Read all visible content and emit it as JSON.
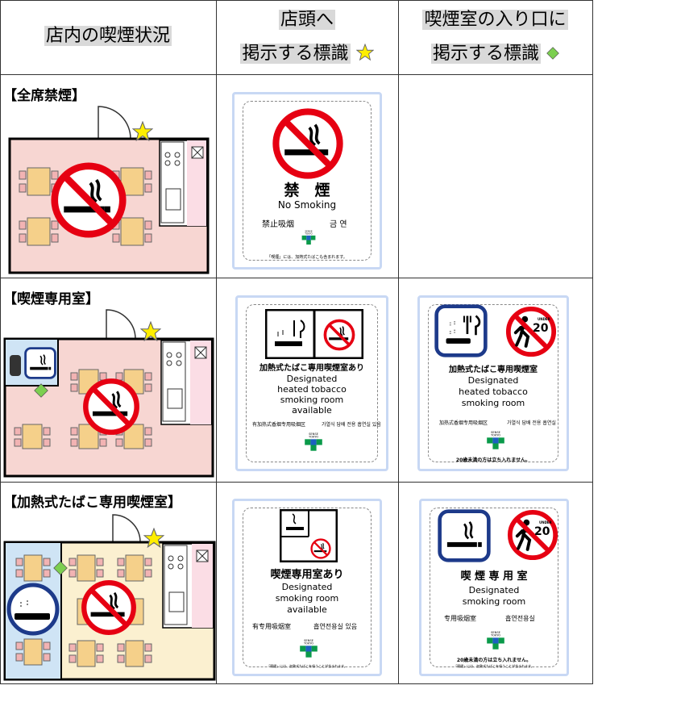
{
  "headers": {
    "col1": "店内の喫煙状況",
    "col2_line1": "店頭へ",
    "col2_line2": "掲示する標識",
    "col2_mark": "☆",
    "col3_line1": "喫煙室の入り口に",
    "col3_line2": "掲示する標識",
    "col3_mark": "◆"
  },
  "rows": [
    {
      "label": "【全席禁煙】"
    },
    {
      "label": "【喫煙専用室】"
    },
    {
      "label": "【加熱式たばこ専用喫煙室】"
    }
  ],
  "signs": {
    "no_smoking": {
      "title": "禁　煙",
      "en": "No Smoking",
      "zh": "禁止吸烟",
      "ko": "금 연",
      "logo": "SENSE TOKYO",
      "footnote": "「喫煙」には、加熱式たばこも含まれます。"
    },
    "heated_storefront": {
      "title": "加熱式たばこ専用喫煙室あり",
      "en1": "Designated",
      "en2": "heated tobacco",
      "en3": "smoking room",
      "en4": "available",
      "zh": "有加热式香烟专用吸烟区",
      "ko": "가열식 담배 전용 흡연실 있음",
      "logo": "SENSE TOKYO"
    },
    "heated_entrance": {
      "title": "加熱式たばこ専用喫煙室",
      "en1": "Designated",
      "en2": "heated tobacco",
      "en3": "smoking room",
      "zh": "加热式香烟专用吸烟区",
      "ko": "가열식 담배 전용 흡연실",
      "logo": "SENSE TOKYO",
      "age": "20歳未満の方は立ち入れません。",
      "badge": "UNDER",
      "badge_num": "20"
    },
    "smoking_storefront": {
      "title": "喫煙専用室あり",
      "en1": "Designated",
      "en2": "smoking room",
      "en3": "available",
      "zh": "有专用吸烟室",
      "ko": "흡연전용실 있음",
      "logo": "SENSE TOKYO",
      "footnote": "「喫煙」には、加熱式たばこを吸うことが含まれます。"
    },
    "smoking_entrance": {
      "title": "喫 煙 専 用 室",
      "en1": "Designated",
      "en2": "smoking room",
      "zh": "专用吸烟室",
      "ko": "흡연전용실",
      "logo": "SENSE TOKYO",
      "age": "20歳未満の方は立ち入れません。",
      "footnote": "「喫煙」には、加熱式たばこを吸うことが含まれます。",
      "badge": "UNDER",
      "badge_num": "20"
    }
  },
  "colors": {
    "no_smoking_red": "#e60012",
    "sign_navy": "#1d3a8a",
    "floor_pink": "#f7d6d2",
    "floor_yellow": "#fbf0d0",
    "room_blue": "#cfe4f5",
    "table": "#f5d08a",
    "chair": "#f2b3b3",
    "star": "#ffee00",
    "diamond": "#7ccf50"
  }
}
